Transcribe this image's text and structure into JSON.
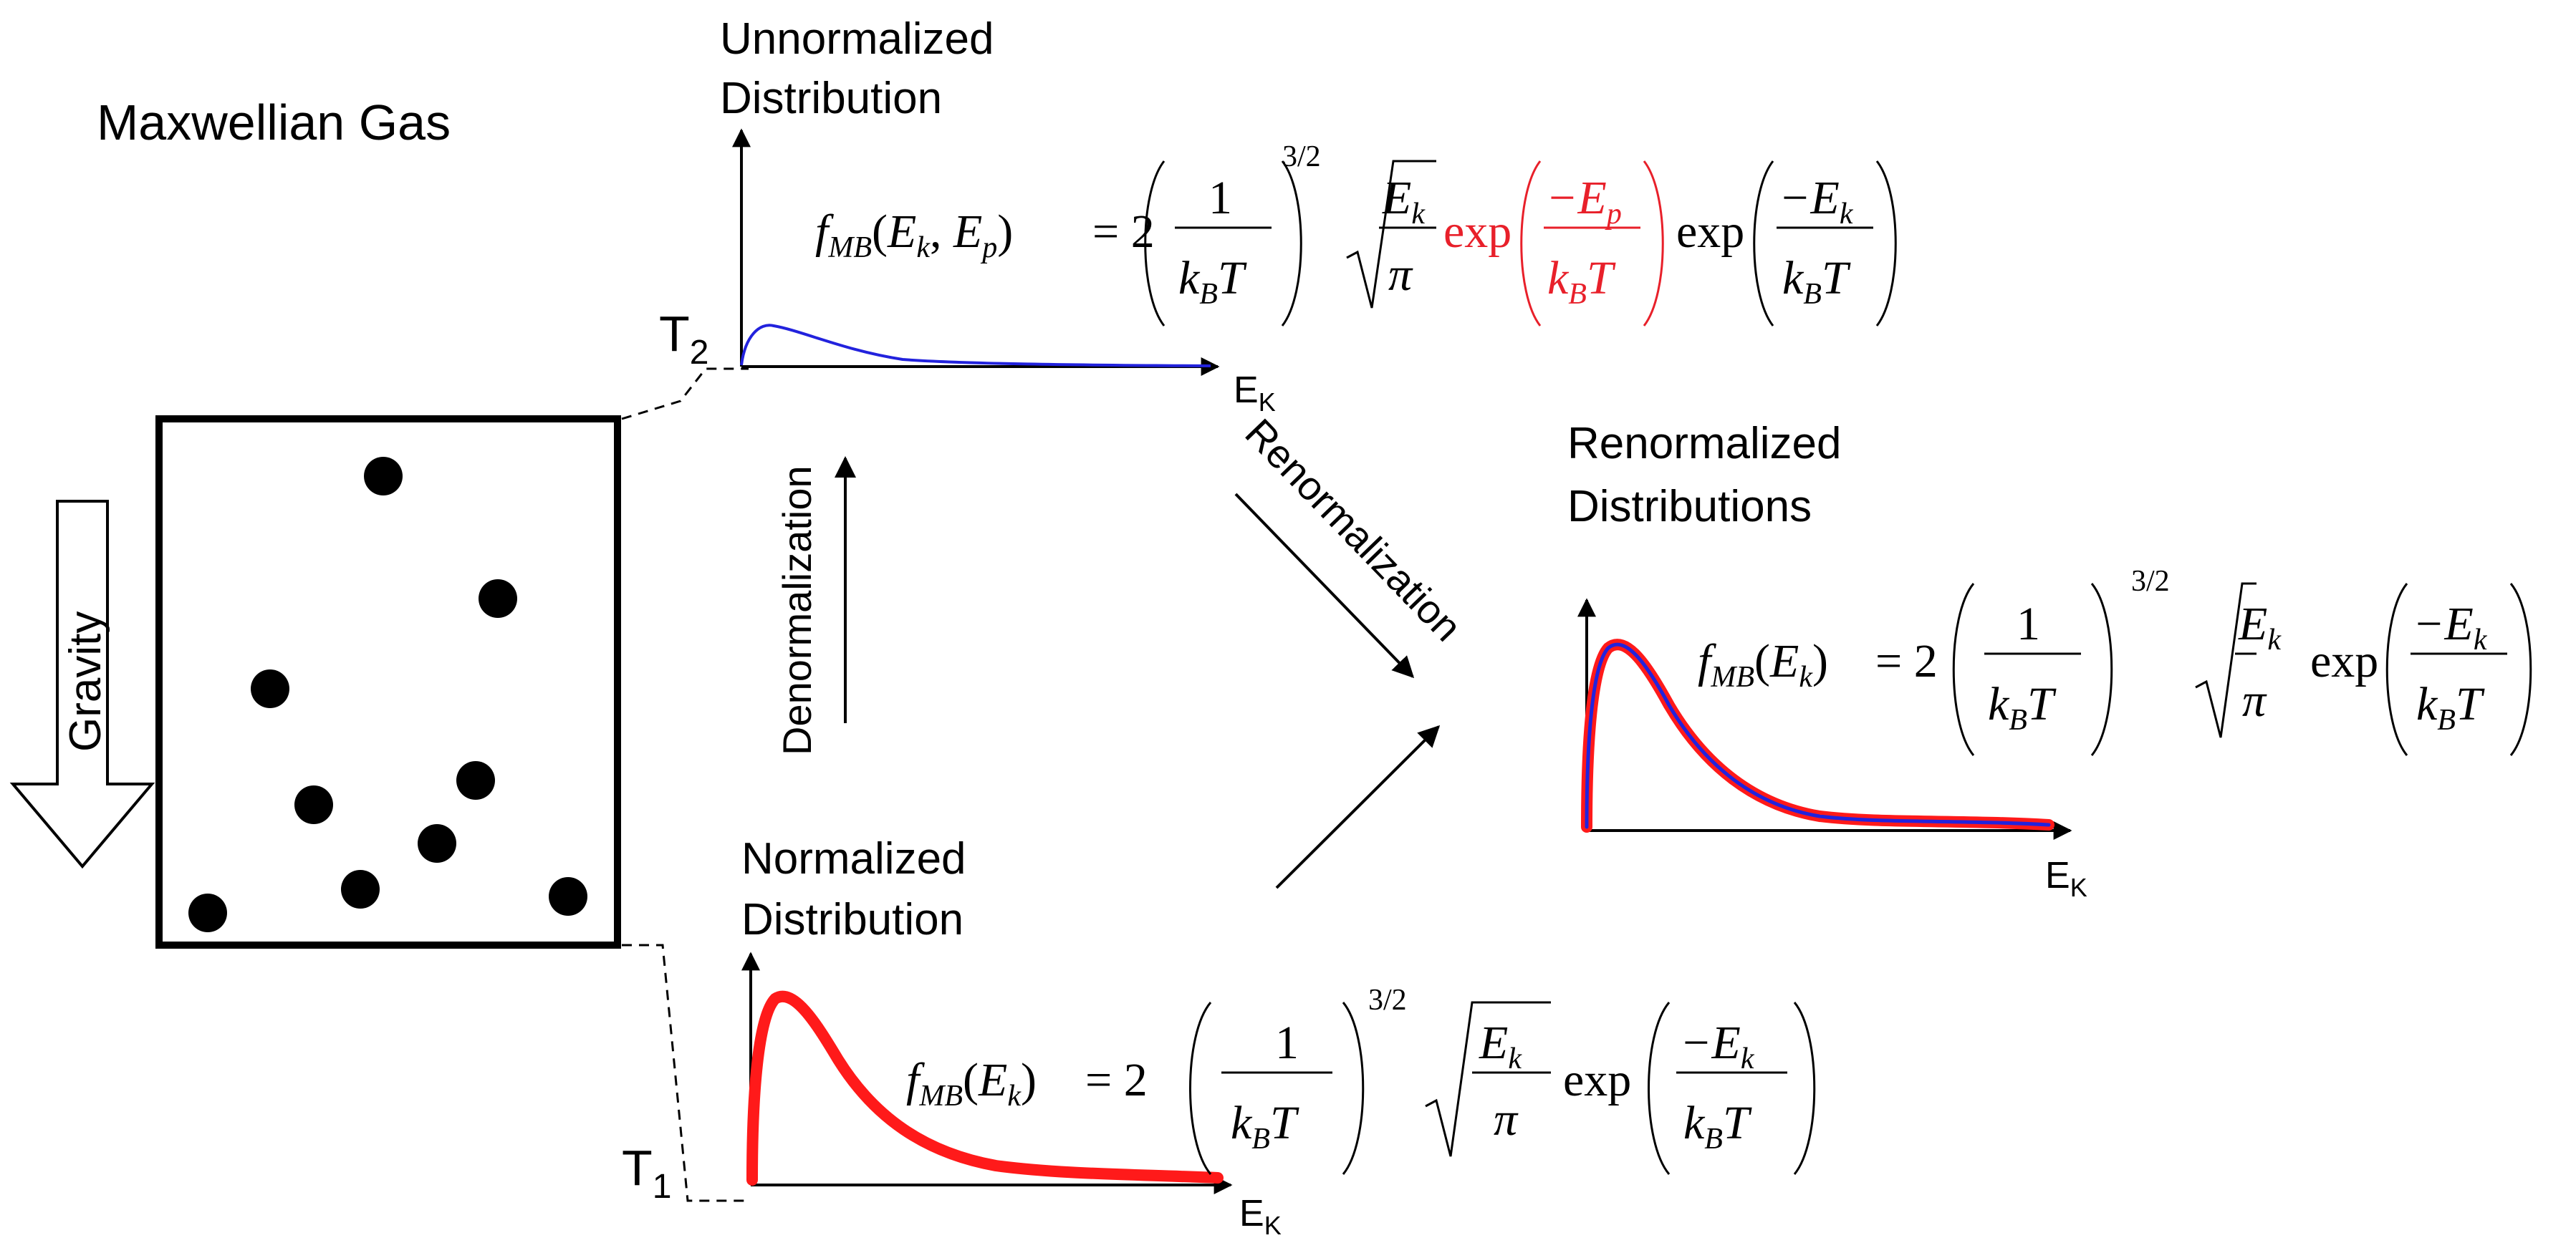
{
  "title": "Maxwellian Gas",
  "gravity_label": "Gravity",
  "colors": {
    "black": "#000000",
    "red": "#ff1a1a",
    "blue": "#2222dd",
    "red_formula": "#e8202a"
  },
  "temperatures": {
    "top": {
      "main": "T",
      "sub": "2"
    },
    "bottom": {
      "main": "T",
      "sub": "1"
    }
  },
  "unnormalized": {
    "title_line1": "Unnormalized",
    "title_line2": "Distribution",
    "axis_main": "E",
    "axis_sub": "K",
    "formula": {
      "f": "f",
      "f_sub": "MB",
      "args_open": "(",
      "arg1": "E",
      "arg1_sub": "k",
      "comma": ", ",
      "arg2": "E",
      "arg2_sub": "p",
      "args_close": ")",
      "equals": "= 2",
      "frac_num": "1",
      "frac_den": "k",
      "frac_den_sub": "B",
      "frac_den_tail": "T",
      "power": "3/2",
      "sqrt_num": "E",
      "sqrt_num_sub": "k",
      "sqrt_den": "π",
      "exp1": "exp",
      "exp1_num": "−E",
      "exp1_num_sub": "p",
      "exp1_den": "k",
      "exp1_den_sub": "B",
      "exp1_den_tail": "T",
      "exp2": "exp",
      "exp2_num": "−E",
      "exp2_num_sub": "k",
      "exp2_den": "k",
      "exp2_den_sub": "B",
      "exp2_den_tail": "T"
    }
  },
  "normalized": {
    "title_line1": "Normalized",
    "title_line2": "Distribution",
    "axis_main": "E",
    "axis_sub": "K",
    "formula": {
      "f": "f",
      "f_sub": "MB",
      "args_open": "(",
      "arg1": "E",
      "arg1_sub": "k",
      "args_close": ")",
      "equals": "= 2",
      "frac_num": "1",
      "frac_den": "k",
      "frac_den_sub": "B",
      "frac_den_tail": "T",
      "power": "3/2",
      "sqrt_num": "E",
      "sqrt_num_sub": "k",
      "sqrt_den": "π",
      "exp": "exp",
      "exp_num": "−E",
      "exp_num_sub": "k",
      "exp_den": "k",
      "exp_den_sub": "B",
      "exp_den_tail": "T"
    }
  },
  "renormalized": {
    "title_line1": "Renormalized",
    "title_line2": "Distributions",
    "axis_main": "E",
    "axis_sub": "K",
    "formula": {
      "f": "f",
      "f_sub": "MB",
      "args_open": "(",
      "arg1": "E",
      "arg1_sub": "k",
      "args_close": ")",
      "equals": "= 2",
      "frac_num": "1",
      "frac_den": "k",
      "frac_den_sub": "B",
      "frac_den_tail": "T",
      "power": "3/2",
      "sqrt_num": "E",
      "sqrt_num_sub": "k",
      "sqrt_den": "π",
      "exp": "exp",
      "exp_num": "−E",
      "exp_num_sub": "k",
      "exp_den": "k",
      "exp_den_sub": "B",
      "exp_den_tail": "T"
    }
  },
  "arrows": {
    "denormalization": "Denormalization",
    "renormalization": "Renormalization"
  },
  "particle_count": 9
}
